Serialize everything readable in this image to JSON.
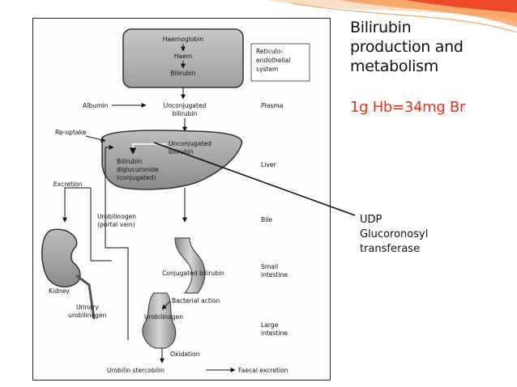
{
  "slide": {
    "title_lines": [
      "Bilirubin",
      "production and",
      "metabolism"
    ],
    "subtitle": "1g Hb=34mg Br",
    "callout_lines": [
      "UDP",
      "Glucoronosyl",
      "transferase"
    ],
    "colors": {
      "title": "#111111",
      "subtitle": "#e8321a",
      "accent_orange": "#f47a1f",
      "accent_red": "#e8321a"
    }
  },
  "diagram": {
    "re_box": {
      "top": "Haemoglobin",
      "middle": "Haem",
      "bottom": "Bilirubin",
      "side_label": [
        "Reticulo-",
        "endothelial",
        "system"
      ]
    },
    "plasma": {
      "left": "Albumin",
      "center": [
        "Unconjugated",
        "bilirubin"
      ],
      "side_label": "Plasma"
    },
    "liver": {
      "reuptake": "Re-uptake",
      "unconjugated": [
        "Unconjugated",
        "bilirubin"
      ],
      "conjugated": [
        "Bilirubin",
        "diglucuronide",
        "(conjugated)"
      ],
      "side_label": "Liver"
    },
    "excretion": "Excretion",
    "urobilinogen_portal": [
      "Urobilinogen",
      "(portal vein)"
    ],
    "bile_label": "Bile",
    "kidney": {
      "label": "Kidney",
      "urinary": [
        "Urinary",
        "urobilinogen"
      ]
    },
    "small_intestine": {
      "conjugated_bilirubin": "Conjugated bilirubin",
      "side_label": [
        "Small",
        "intestine"
      ]
    },
    "large_intestine": {
      "bacterial_action": "Bacterial action",
      "urobilinogen": "Urobilinogen",
      "oxidation": "Oxidation",
      "side_label": [
        "Large",
        "intestine"
      ]
    },
    "bottom": {
      "urobilin": "Urobilin stercobilin",
      "faecal": "Faecal excretion"
    }
  }
}
